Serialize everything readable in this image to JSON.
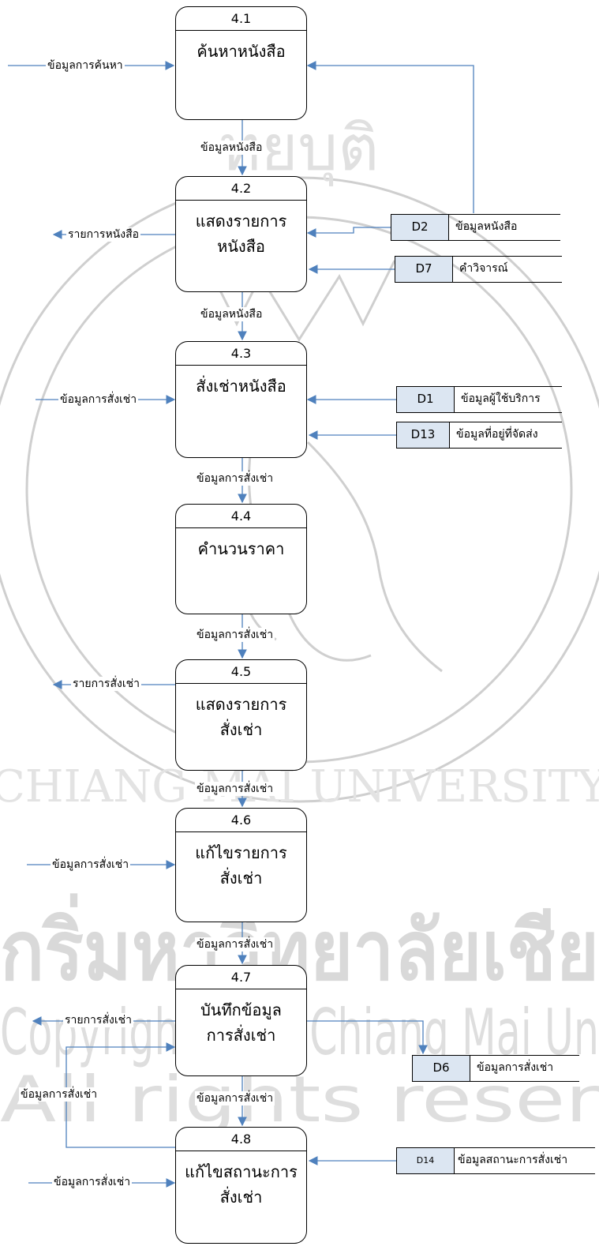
{
  "watermark": {
    "lines": [
      "กริ่มหาวิทยาลัยเชีย",
      "Copyright© by Chiang Mai Un",
      "All rights reser"
    ],
    "seal_top": "ทยบุติ",
    "seal_bottom": "CHIANG MAI UNIVERSITY"
  },
  "processes": [
    {
      "id": "4.1",
      "name": "ค้นหาหนังสือ"
    },
    {
      "id": "4.2",
      "name": "แสดงรายการ\nหนังสือ"
    },
    {
      "id": "4.3",
      "name": "สั่งเช่าหนังสือ"
    },
    {
      "id": "4.4",
      "name": "คำนวนราคา"
    },
    {
      "id": "4.5",
      "name": "แสดงรายการ\nสั่งเช่า"
    },
    {
      "id": "4.6",
      "name": "แก้ไขรายการ\nสั่งเช่า"
    },
    {
      "id": "4.7",
      "name": "บันทึกข้อมูล\nการสั่งเช่า"
    },
    {
      "id": "4.8",
      "name": "แก้ไขสถานะการ\nสั่งเช่า"
    }
  ],
  "stores": [
    {
      "id": "D2",
      "name": "ข้อมูลหนังสือ"
    },
    {
      "id": "D7",
      "name": "คำวิจารณ์"
    },
    {
      "id": "D1",
      "name": "ข้อมูลผู้ใช้บริการ"
    },
    {
      "id": "D13",
      "name": "ข้อมูลที่อยู่ที่จัดส่ง"
    },
    {
      "id": "D6",
      "name": "ข้อมูลการสั่งเช่า"
    },
    {
      "id": "D14",
      "name": "ข้อมูลสถานะการสั่งเช่า"
    }
  ],
  "flows": [
    {
      "label": "ข้อมูลการค้นหา"
    },
    {
      "label": "ข้อมูลหนังสือ"
    },
    {
      "label": "รายการหนังสือ"
    },
    {
      "label": "ข้อมูลหนังสือ"
    },
    {
      "label": "ข้อมูลการสั่งเช่า"
    },
    {
      "label": "ข้อมูลการสั่งเช่า"
    },
    {
      "label": "ข้อมูลการสั่งเช่า"
    },
    {
      "label": "รายการสั่งเช่า"
    },
    {
      "label": "ข้อมูลการสั่งเช่า"
    },
    {
      "label": "ข้อมูลการสั่งเช่า"
    },
    {
      "label": "ข้อมูลการสั่งเช่า"
    },
    {
      "label": "รายการสั่งเช่า"
    },
    {
      "label": "ข้อมูลการสั่งเช่า"
    },
    {
      "label": "ข้อมูลการสั่งเช่า"
    },
    {
      "label": "ข้อมูลการสั่งเช่า"
    }
  ]
}
